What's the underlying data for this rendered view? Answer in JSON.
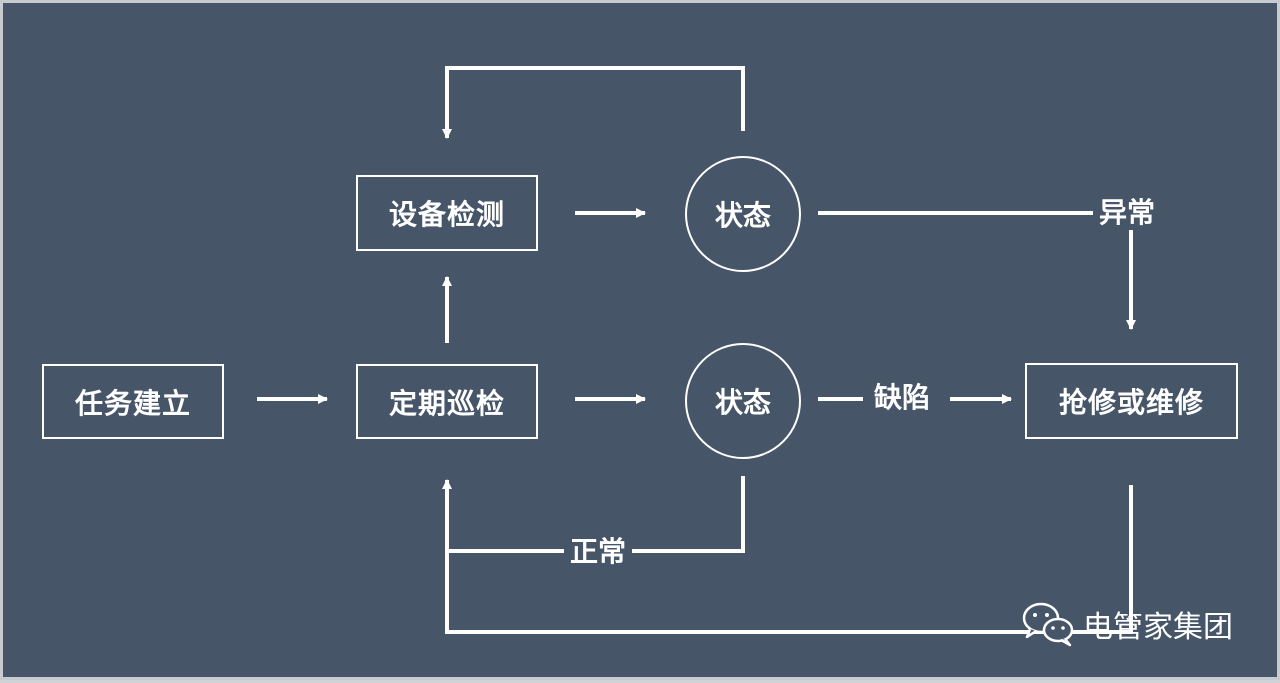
{
  "nodes": {
    "task_creation": "任务建立",
    "periodic_inspection": "定期巡检",
    "equipment_detection": "设备检测",
    "status_upper": "状态",
    "status_lower": "状态",
    "repair": "抢修或维修"
  },
  "edge_labels": {
    "abnormal": "异常",
    "defect": "缺陷",
    "normal": "正常"
  },
  "watermark": {
    "icon": "wechat-icon",
    "text": "电管家集团"
  },
  "colors": {
    "background": "#475569",
    "foreground": "#ffffff"
  }
}
